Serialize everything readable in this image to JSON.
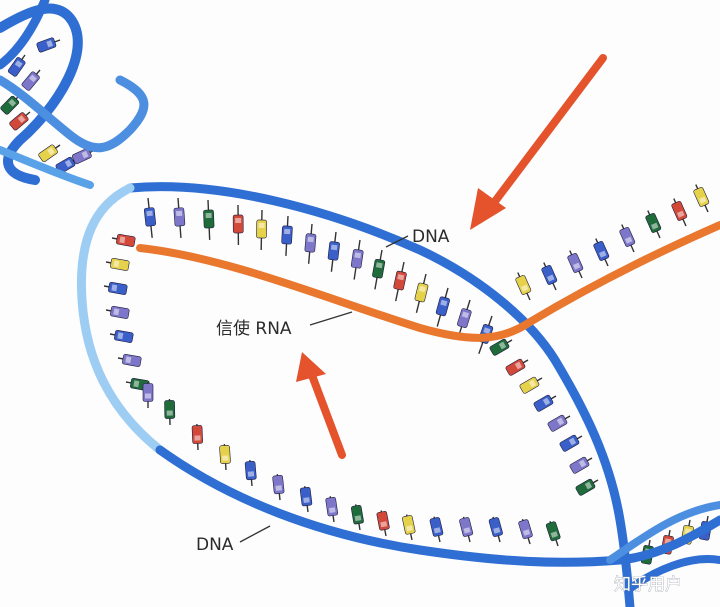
{
  "labels": {
    "dna_top": "DNA",
    "mrna": "信使 RNA",
    "dna_bottom": "DNA"
  },
  "watermark": "知乎用户",
  "colors": {
    "dna_strand": "#2f6fd3",
    "dna_strand_light": "#8ec3f0",
    "rna_strand": "#e9772e",
    "arrow": "#e4532c",
    "base_blue": "#3b5fc9",
    "base_purple": "#7d76c9",
    "base_green": "#1f6b3a",
    "base_red": "#d2493a",
    "base_yellow": "#e6d14a"
  },
  "icons": [
    "arrow-icon",
    "nucleotide-icon"
  ]
}
